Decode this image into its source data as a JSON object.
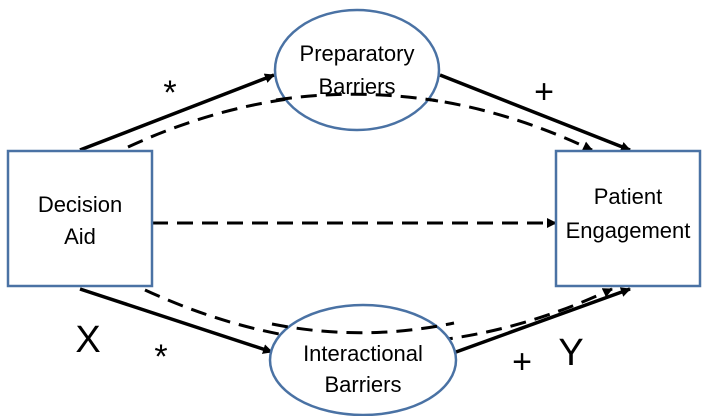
{
  "nodes": {
    "decision_aid": {
      "line1": "Decision",
      "line2": "Aid"
    },
    "preparatory": {
      "line1": "Preparatory",
      "line2": "Barriers"
    },
    "interactional": {
      "line1": "Interactional",
      "line2": "Barriers"
    },
    "patient": {
      "line1": "Patient",
      "line2": "Engagement"
    }
  },
  "labels": {
    "star_top": "*",
    "plus_top": "+",
    "x_label": "X",
    "star_bottom": "*",
    "plus_bottom": "+",
    "y_label": "Y"
  },
  "colors": {
    "node_stroke": "#4a72a4",
    "arrow": "#000000"
  }
}
